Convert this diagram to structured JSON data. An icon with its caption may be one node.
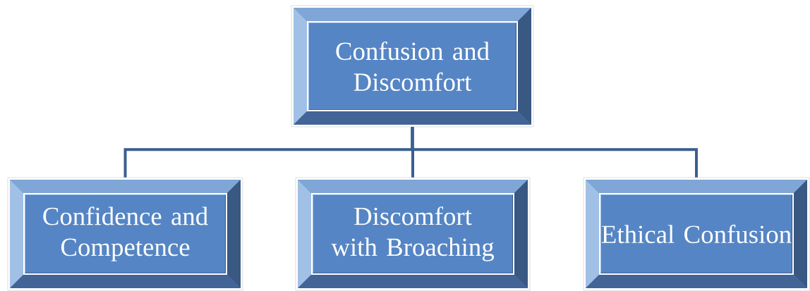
{
  "diagram": {
    "nodes": [
      {
        "text": [
          "Confusion and Discomfort"
        ]
      },
      {
        "text": [
          "Confidence and Competence"
        ]
      },
      {
        "text": [
          "Discomfort with Broaching"
        ]
      },
      {
        "text": [
          "Ethical Confusion"
        ]
      }
    ],
    "edges": [
      {
        "from": 0,
        "to": 1,
        "arrow": "none"
      },
      {
        "from": 0,
        "to": 2,
        "arrow": "none"
      },
      {
        "from": 0,
        "to": 3,
        "arrow": "none"
      }
    ]
  }
}
